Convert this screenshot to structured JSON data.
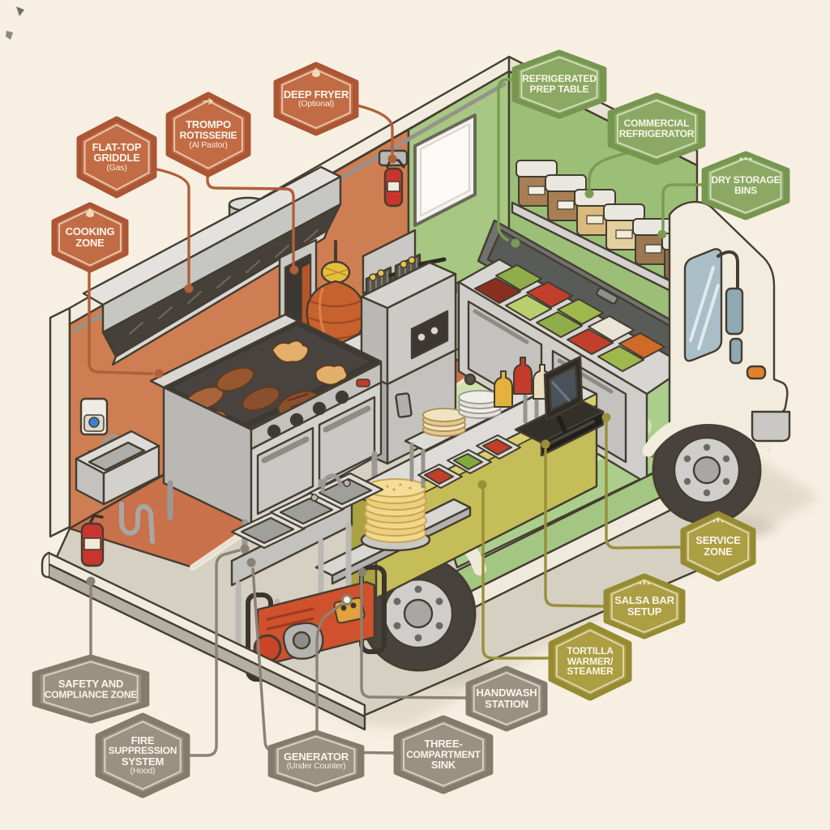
{
  "badges": {
    "cooking_zone": {
      "l1": "COOKING",
      "l2": "ZONE",
      "icon": "flame-icon",
      "color": "#c26c45"
    },
    "flat_top_griddle": {
      "l1": "FLAT-TOP",
      "l2": "GRIDDLE",
      "sub": "(Gas)",
      "color": "#c26c45"
    },
    "trompo_rotisserie": {
      "l1": "TROMPO",
      "l2": "ROTISSERIE",
      "sub": "(Al Pastor)",
      "icon": "arrow-icon",
      "color": "#c26c45"
    },
    "deep_fryer": {
      "l1": "DEEP FRYER",
      "sub": "(Optional)",
      "icon": "flame-icon",
      "color": "#c26c45"
    },
    "refrigerated_prep_table": {
      "l1": "REFRIGERATED",
      "l2": "PREP TABLE",
      "color": "#8ba964"
    },
    "commercial_refrigerator": {
      "l1": "COMMERCIAL",
      "l2": "REFRIGERATOR",
      "color": "#8ba964"
    },
    "dry_storage_bins": {
      "l1": "DRY STORAGE",
      "l2": "BINS",
      "icon": "dots-icon",
      "color": "#8ba964"
    },
    "service_zone": {
      "l1": "SERVICE",
      "l2": "ZONE",
      "icon": "spark-icon",
      "color": "#ab9e43"
    },
    "salsa_bar_setup": {
      "l1": "SALSA BAR",
      "l2": "SETUP",
      "icon": "spark-icon",
      "color": "#ab9e43"
    },
    "tortilla_warmer_steamer": {
      "l1": "TORTILLA",
      "l2": "WARMER/",
      "l3": "STEAMER",
      "color": "#ab9e43"
    },
    "handwash_station": {
      "l1": "HANDWASH",
      "l2": "STATION",
      "color": "#9b9183"
    },
    "three_compartment_sink": {
      "l1": "THREE-",
      "l2": "COMPARTMENT",
      "l3": "SINK",
      "color": "#9b9183"
    },
    "safety_compliance_zone": {
      "l1": "SAFETY AND",
      "l2": "COMPLIANCE ZONE",
      "color": "#9b9183"
    },
    "fire_suppression_system": {
      "l1": "FIRE",
      "l2": "SUPPRESSION",
      "l3": "SYSTEM",
      "sub": "(Hood)",
      "color": "#9b9183"
    },
    "generator": {
      "l1": "GENERATOR",
      "sub": "(Under Counter)",
      "color": "#9b9183"
    }
  },
  "palette": {
    "background": "#f6efe2",
    "cooking_accent": "#c26c45",
    "prep_accent": "#8ba964",
    "service_accent": "#ab9e43",
    "safety_accent": "#9b9183",
    "leader_cooking": "#b05f38",
    "leader_prep": "#7c9a54",
    "leader_service": "#9a8f3b",
    "leader_safety": "#8b8174",
    "wall_orange": "#cf7d52",
    "wall_green": "#a6c883",
    "floor_green": "#abce8c",
    "floor_mat": "#cfe3ae",
    "floor_walkway": "#d6d0c2",
    "counter_olive": "#c5bd57",
    "truck_cream": "#f2ecdf",
    "stainless": "#d5d4d0",
    "tire": "#47423b",
    "extinguisher_red": "#c8352c",
    "generator_red": "#cf512d",
    "trompo_meat": "#c7622f"
  }
}
